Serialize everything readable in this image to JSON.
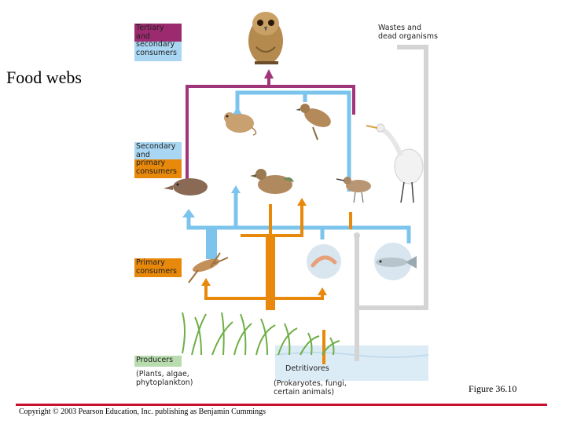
{
  "title": "Food webs",
  "figure_label": "Figure 36.10",
  "copyright": "Copyright © 2003 Pearson Education, Inc. publishing as Benjamin Cummings",
  "labels": {
    "tertiary": [
      "Tertiary",
      "and",
      "secondary",
      "consumers"
    ],
    "wastes": [
      "Wastes and",
      "dead organisms"
    ],
    "secondary": [
      "Secondary",
      "and",
      "primary",
      "consumers"
    ],
    "primary": [
      "Primary",
      "consumers"
    ],
    "producers": "Producers",
    "producers_detail": [
      "(Plants, algae,",
      "phytoplankton)"
    ],
    "detritivores": "Detritivores",
    "detritivores_detail": [
      "(Prokaryotes, fungi,",
      "certain animals)"
    ]
  },
  "colors": {
    "tertiary": "#9b2a6e",
    "tertiary_secondary": "#a9d6f2",
    "secondary": "#a9d6f2",
    "secondary_primary": "#e8890c",
    "primary": "#e8890c",
    "producers": "#b8dcae",
    "arrow_blue": "#7cc4ec",
    "arrow_orange": "#e8890c",
    "arrow_purple": "#a0357a",
    "arrow_gray": "#cfcfcf",
    "accent_red": "#c8102e"
  },
  "icons": [
    "owl-icon",
    "mouse-icon",
    "sparrow-icon",
    "egret-icon",
    "shrew-icon",
    "duck-icon",
    "sandpiper-icon",
    "grasshopper-icon",
    "shrimp-icon",
    "fish-icon",
    "grass-icon",
    "water-icon"
  ]
}
